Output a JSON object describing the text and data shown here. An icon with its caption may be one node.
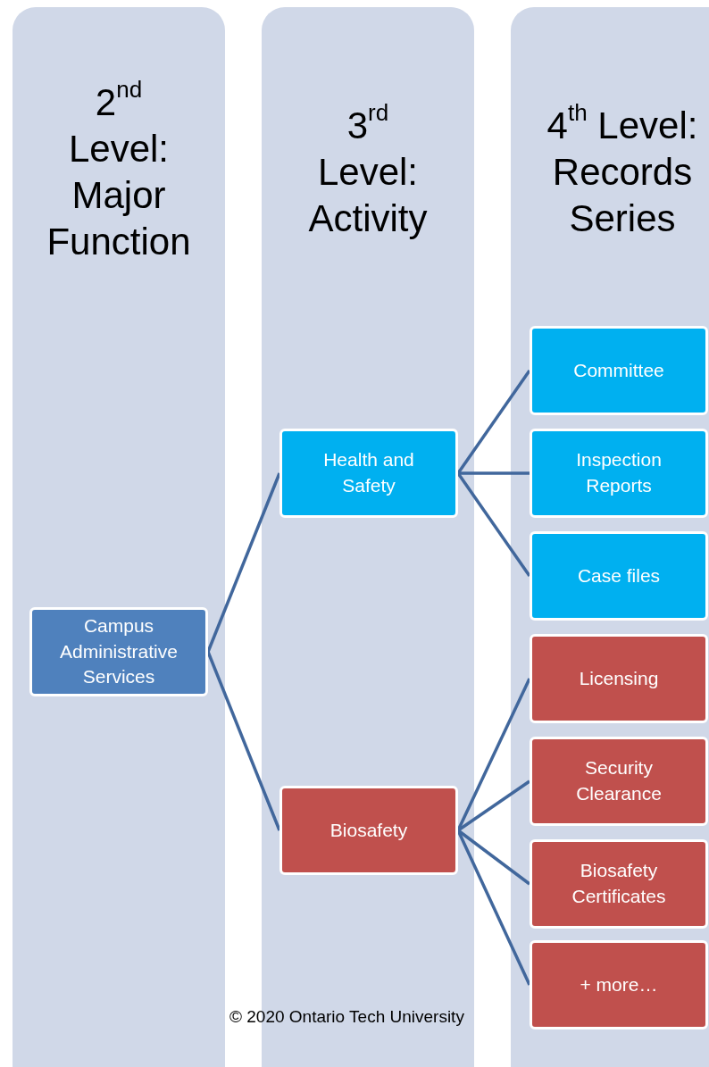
{
  "diagram": {
    "nodes": [
      {
        "text": [
          "2$^{nd}$ Level: Major Function"
        ]
      },
      {
        "text": [
          "Campus Administrative Services"
        ],
        "in": 0
      },
      {
        "text": [
          "3$^{rd}$ Level: Activity"
        ]
      },
      {
        "text": [
          "Health and Safety"
        ],
        "in": 2
      },
      {
        "text": [
          "Biosafety"
        ],
        "in": 2
      },
      {
        "text": [
          "4$^{th}$ Level: Records Series"
        ]
      },
      {
        "text": [
          "Committee"
        ],
        "in": 5
      },
      {
        "text": [
          "Inspection Reports"
        ],
        "in": 5
      },
      {
        "text": [
          "Case files"
        ],
        "in": 5
      },
      {
        "text": [
          "Licensing"
        ],
        "in": 5
      },
      {
        "text": [
          "Security Clearance"
        ],
        "in": 5
      },
      {
        "text": [
          "Biosafety Certificates"
        ],
        "in": 5
      },
      {
        "text": [
          "+ more…"
        ],
        "in": 5
      }
    ],
    "edges": [
      {
        "from": 1,
        "to": 3,
        "arrow": "none"
      },
      {
        "from": 1,
        "to": 4,
        "arrow": "none"
      },
      {
        "from": 3,
        "to": 6,
        "arrow": "none"
      },
      {
        "from": 3,
        "to": 7,
        "arrow": "none"
      },
      {
        "from": 3,
        "to": 8,
        "arrow": "none"
      },
      {
        "from": 4,
        "to": 9,
        "arrow": "none"
      },
      {
        "from": 4,
        "to": 10,
        "arrow": "none"
      },
      {
        "from": 4,
        "to": 11,
        "arrow": "none"
      },
      {
        "from": 4,
        "to": 12,
        "arrow": "none"
      }
    ],
    "labels": [
      "© 2020 Ontario Tech University"
    ]
  }
}
